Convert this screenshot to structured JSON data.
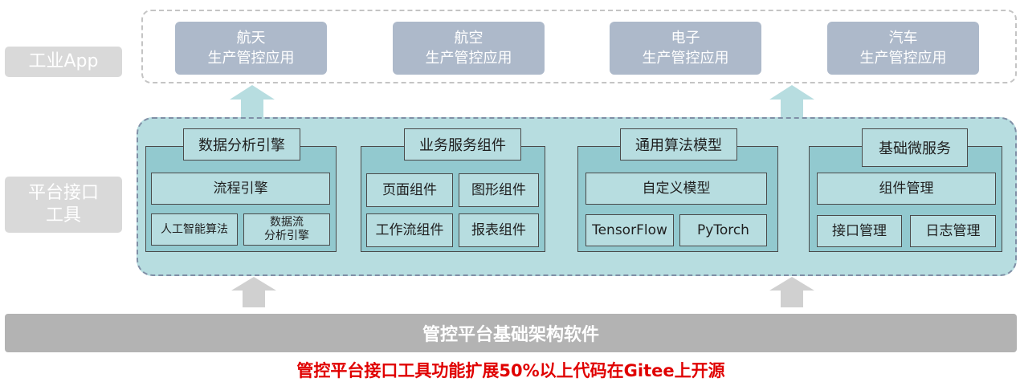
{
  "layers": {
    "app_label": "工业App",
    "platform_label_line1": "平台接口",
    "platform_label_line2": "工具"
  },
  "apps": [
    {
      "line1": "航天",
      "line2": "生产管控应用"
    },
    {
      "line1": "航空",
      "line2": "生产管控应用"
    },
    {
      "line1": "电子",
      "line2": "生产管控应用"
    },
    {
      "line1": "汽车",
      "line2": "生产管控应用"
    }
  ],
  "groups": [
    {
      "title": "数据分析引擎",
      "full": "流程引擎",
      "left": "人工智能算法",
      "right_line1": "数据流",
      "right_line2": "分析引擎"
    },
    {
      "title": "业务服务组件",
      "row1_left": "页面组件",
      "row1_right": "图形组件",
      "row2_left": "工作流组件",
      "row2_right": "报表组件"
    },
    {
      "title": "通用算法模型",
      "full": "自定义模型",
      "left": "TensorFlow",
      "right": "PyTorch"
    },
    {
      "title": "基础微服务",
      "full": "组件管理",
      "left": "接口管理",
      "right": "日志管理"
    }
  ],
  "base": {
    "label": "管控平台基础架构软件"
  },
  "footer": {
    "text": "管控平台接口工具功能扩展50%以上代码在Gitee上开源"
  },
  "colors": {
    "app_box": "#adb9ca",
    "platform_bg": "#b7dde0",
    "group_bg": "#92c9cf",
    "arrow_teal": "#b7dde0",
    "arrow_gray": "#d0d0d0",
    "base_bar": "#b3b3b3",
    "footer_red": "#e00000"
  },
  "icons": {
    "up_arrow": "up-arrow-icon"
  }
}
